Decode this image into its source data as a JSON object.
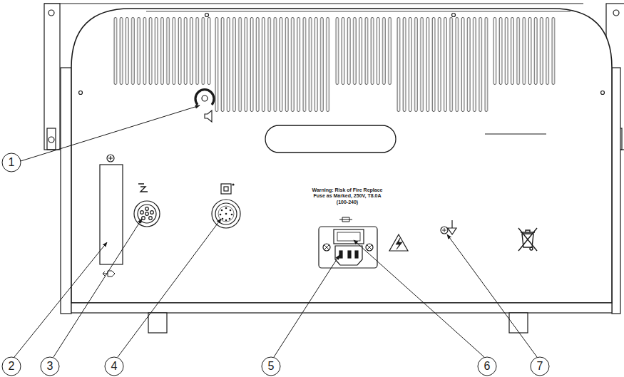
{
  "diagram": {
    "labels": [
      "1",
      "2",
      "3",
      "4",
      "5",
      "6",
      "7",
      "Warning: Risk of Fire Replace Fuse as Marked, 250V, T8.0A (100-240)"
    ]
  }
}
